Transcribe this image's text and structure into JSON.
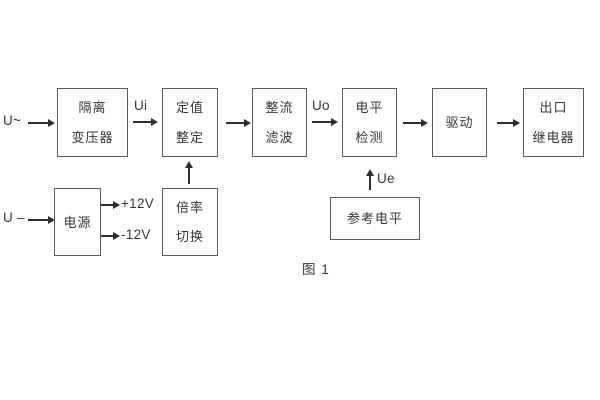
{
  "diagram": {
    "caption": "图 1",
    "inputs": {
      "ac": "U~",
      "dc": "U –"
    },
    "signals": {
      "ui": "Ui",
      "uo": "Uo",
      "ue": "Ue",
      "plus12v": "+12V",
      "minus12v": "-12V"
    },
    "blocks": {
      "isolation_transformer": {
        "line1": "隔离",
        "line2": "变压器"
      },
      "setting_adjust": {
        "line1": "定值",
        "line2": "整定"
      },
      "rectifier_filter": {
        "line1": "整流",
        "line2": "滤波"
      },
      "level_detect": {
        "line1": "电平",
        "line2": "检测"
      },
      "drive": {
        "label": "驱动"
      },
      "output_relay": {
        "line1": "出口",
        "line2": "继电器"
      },
      "power": {
        "label": "电源"
      },
      "ratio_switch": {
        "line1": "倍率",
        "line2": "切换"
      },
      "reference_level": {
        "label": "参考电平"
      }
    },
    "colors": {
      "background": "#ffffff",
      "border": "#5a5a5a",
      "text": "#353535",
      "arrow": "#2e2e2e"
    }
  }
}
